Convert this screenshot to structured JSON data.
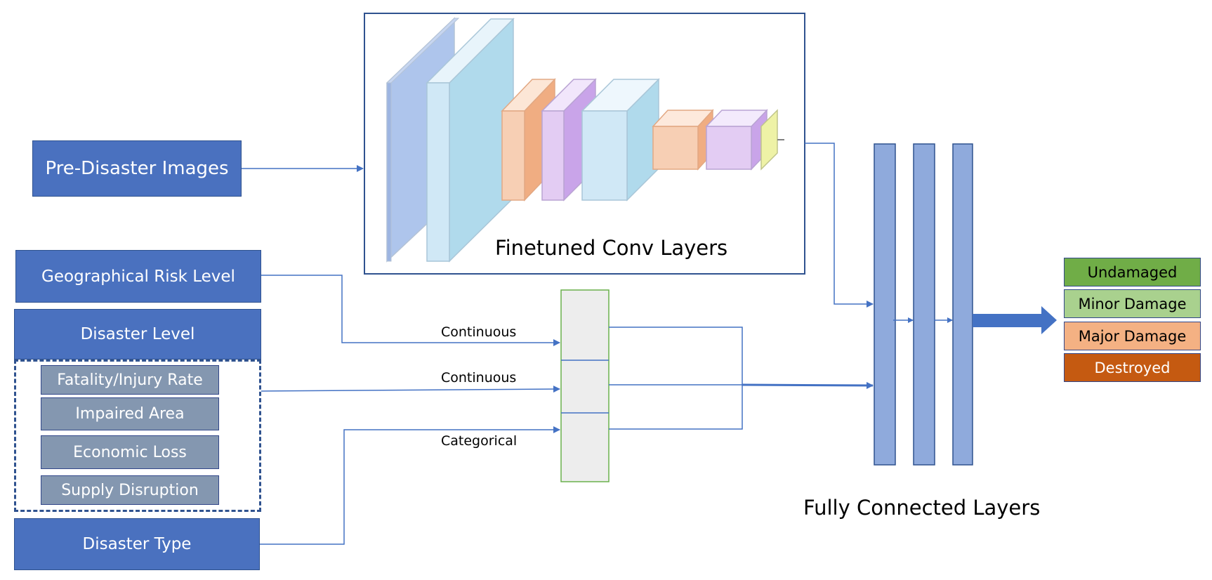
{
  "inputs": {
    "pre_disaster_images": "Pre-Disaster Images",
    "geographical_risk_level": "Geographical Risk Level",
    "disaster_level": "Disaster Level",
    "disaster_level_items": [
      "Fatality/Injury Rate",
      "Impaired Area",
      "Economic Loss",
      "Supply Disruption"
    ],
    "disaster_type": "Disaster Type"
  },
  "conv": {
    "title": "Finetuned Conv Layers"
  },
  "feature_types": [
    "Continuous",
    "Continuous",
    "Categorical"
  ],
  "fc": {
    "title": "Fully Connected Layers"
  },
  "outputs": [
    {
      "label": "Undamaged",
      "color": "#70ad47",
      "text_color": "#000000"
    },
    {
      "label": "Minor Damage",
      "color": "#a9d18e",
      "text_color": "#000000"
    },
    {
      "label": "Major Damage",
      "color": "#f4b183",
      "text_color": "#000000"
    },
    {
      "label": "Destroyed",
      "color": "#c55a11",
      "text_color": "#ffffff"
    }
  ],
  "colors": {
    "input_box": "#4a71bf",
    "sub_box": "#8497b0",
    "fc_layer": "#8faadc",
    "arrow": "#4472c4"
  }
}
